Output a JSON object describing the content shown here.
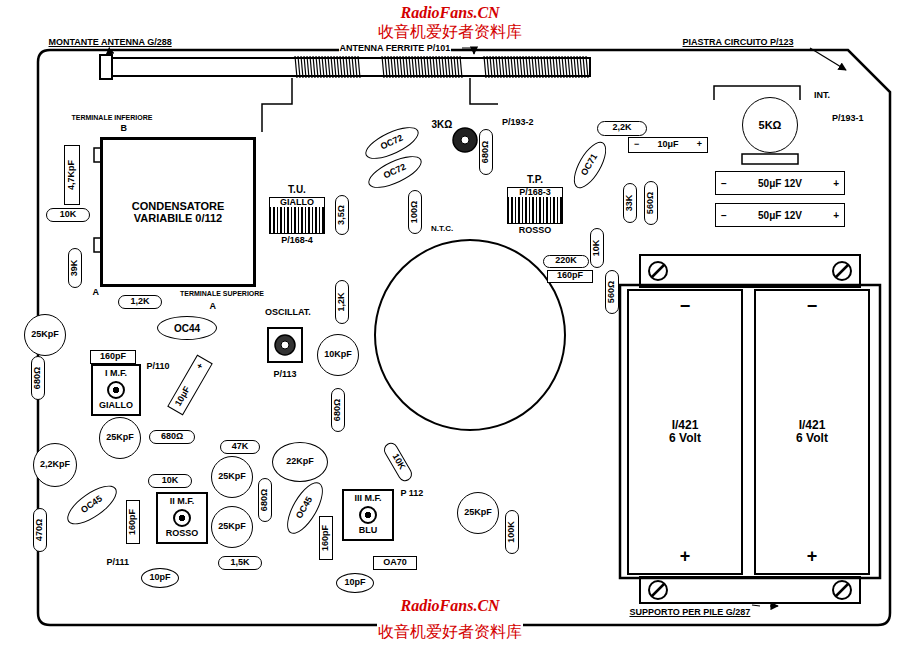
{
  "diagram": {
    "nodes": [
      {
        "text": [
          "2,2K"
        ]
      },
      {
        "text": [
          "−",
          "10μF",
          "+"
        ]
      },
      {
        "text": [
          "5KΩ"
        ]
      },
      {
        "text": [
          "OC72"
        ]
      },
      {
        "text": [
          "OC72"
        ]
      },
      {
        "text": [
          "680Ω"
        ]
      },
      {
        "text": [
          "OC71"
        ]
      },
      {
        "text": [
          "−",
          "50μF 12V",
          "+"
        ]
      },
      {
        "text": [
          "−",
          "50μF 12V",
          "+"
        ]
      },
      {
        "text": [
          "4,7KpF"
        ]
      },
      {
        "text": [
          "CONDENSATORE VARIABILE 0/112"
        ]
      },
      {
        "text": [
          "T.U.",
          "GIALLO",
          "P/168-4"
        ]
      },
      {
        "text": [
          "T.P.",
          "P/168-3",
          "ROSSO"
        ]
      },
      {
        "text": [
          "3,5Ω"
        ]
      },
      {
        "text": [
          "100Ω"
        ]
      },
      {
        "text": [
          "33K"
        ]
      },
      {
        "text": [
          "560Ω"
        ]
      },
      {
        "text": [
          "10K"
        ]
      },
      {
        "text": [
          "220K"
        ]
      },
      {
        "text": [
          "160pF"
        ]
      },
      {
        "text": [
          "560Ω"
        ]
      },
      {
        "text": [
          "10K"
        ]
      },
      {
        "text": [
          "39K"
        ]
      },
      {
        "text": [
          "1,2K"
        ]
      },
      {
        "text": [
          "1,2K"
        ]
      },
      {
        "text": [
          "OC44"
        ]
      },
      {
        "text": [
          "25KpF"
        ]
      },
      {
        "text": [
          "10KpF"
        ]
      },
      {
        "text": [
          "160pF"
        ]
      },
      {
        "text": [
          "680Ω"
        ]
      },
      {
        "text": [
          "I M.F.",
          "GIALLO"
        ]
      },
      {
        "text": [
          "10μF",
          "+"
        ]
      },
      {
        "text": [
          "680Ω"
        ]
      },
      {
        "text": [
          "25KpF"
        ]
      },
      {
        "text": [
          "680Ω"
        ]
      },
      {
        "text": [
          "47K"
        ]
      },
      {
        "text": [
          "2,2KpF"
        ]
      },
      {
        "text": [
          "22KpF"
        ]
      },
      {
        "text": [
          "10K"
        ]
      },
      {
        "text": [
          "25KpF"
        ]
      },
      {
        "text": [
          "10K"
        ]
      },
      {
        "text": [
          "OC45"
        ]
      },
      {
        "text": [
          "II M.F.",
          "ROSSO"
        ]
      },
      {
        "text": [
          "25KpF"
        ]
      },
      {
        "text": [
          "680Ω"
        ]
      },
      {
        "text": [
          "OC45"
        ]
      },
      {
        "text": [
          "III M.F.",
          "BLU"
        ]
      },
      {
        "text": [
          "25KpF"
        ]
      },
      {
        "text": [
          "470Ω"
        ]
      },
      {
        "text": [
          "160pF"
        ]
      },
      {
        "text": [
          "160pF"
        ]
      },
      {
        "text": [
          "100K"
        ]
      },
      {
        "text": [
          "1,5K"
        ]
      },
      {
        "text": [
          "OA70"
        ]
      },
      {
        "text": [
          "10pF"
        ]
      },
      {
        "text": [
          "10pF"
        ]
      },
      {
        "text": [
          "−",
          "I/421",
          "6 Volt",
          "+"
        ]
      },
      {
        "text": [
          "−",
          "I/421",
          "6 Volt",
          "+"
        ]
      }
    ],
    "labels": [
      "MONTANTE ANTENNA G/288",
      "ANTENNA FERRITE P/101",
      "PIASTRA CIRCUITO P/123",
      "INT.",
      "P/193-1",
      "3KΩ",
      "P/193-2",
      "N.T.C.",
      "TERMINALE INFERIORE",
      "B",
      "A",
      "TERMINALE SUPERIORE",
      "A",
      "OSCILLAT.",
      "P/113",
      "P/110",
      "P/111",
      "P 112",
      "SUPPORTO PER PILE G/287",
      "RadioFans.CN",
      "收音机爱好者资料库",
      "RadioFans.CN",
      "收音机爱好者资料库"
    ]
  }
}
